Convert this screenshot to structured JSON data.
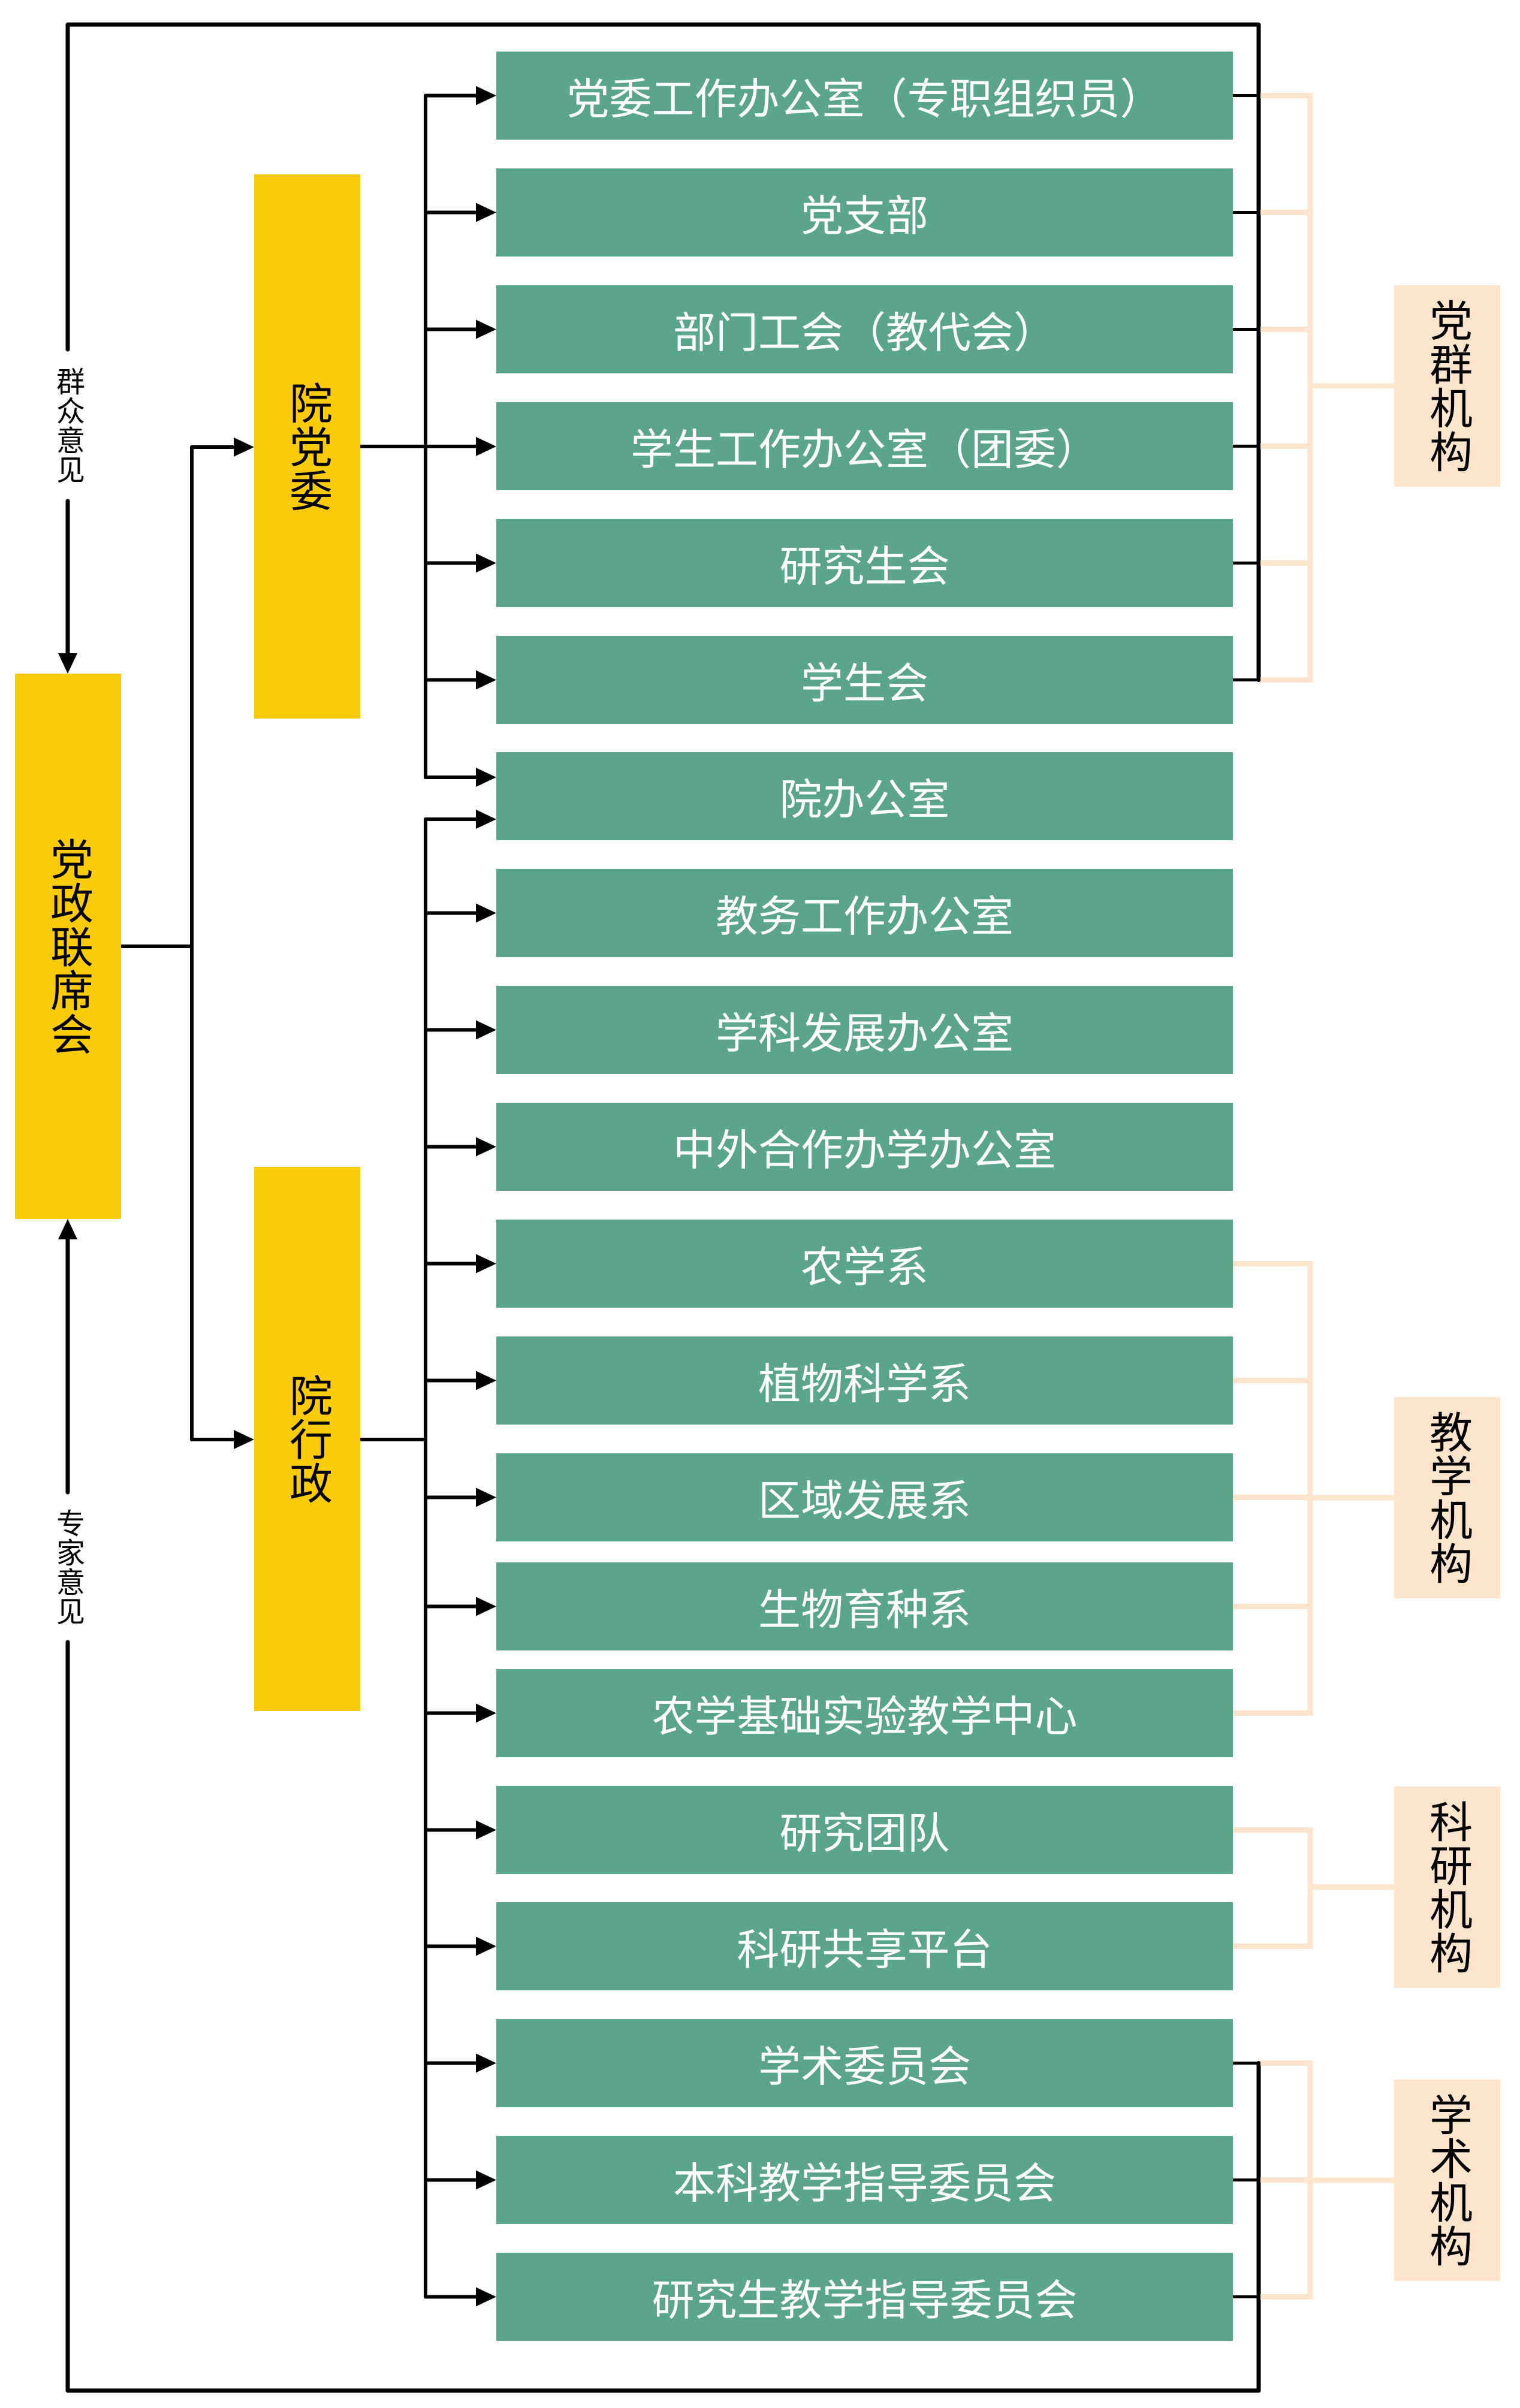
{
  "leadership": {
    "joint_meeting": "党政联席会",
    "party_committee": "院党委",
    "administration": "院行政"
  },
  "feedback_channels": {
    "public_opinion": "群众意见",
    "expert_opinion": "专家意见"
  },
  "units": [
    {
      "label": "党委工作办公室（专职组织员）",
      "reports_to": [
        "院党委"
      ],
      "group": "党群机构"
    },
    {
      "label": "党支部",
      "reports_to": [
        "院党委"
      ],
      "group": "党群机构"
    },
    {
      "label": "部门工会（教代会）",
      "reports_to": [
        "院党委"
      ],
      "group": "党群机构"
    },
    {
      "label": "学生工作办公室（团委）",
      "reports_to": [
        "院党委"
      ],
      "group": "党群机构"
    },
    {
      "label": "研究生会",
      "reports_to": [
        "院党委"
      ],
      "group": "党群机构"
    },
    {
      "label": "学生会",
      "reports_to": [
        "院党委"
      ],
      "group": "党群机构"
    },
    {
      "label": "院办公室",
      "reports_to": [
        "院党委",
        "院行政"
      ],
      "group": null
    },
    {
      "label": "教务工作办公室",
      "reports_to": [
        "院行政"
      ],
      "group": null
    },
    {
      "label": "学科发展办公室",
      "reports_to": [
        "院行政"
      ],
      "group": null
    },
    {
      "label": "中外合作办学办公室",
      "reports_to": [
        "院行政"
      ],
      "group": null
    },
    {
      "label": "农学系",
      "reports_to": [
        "院行政"
      ],
      "group": "教学机构"
    },
    {
      "label": "植物科学系",
      "reports_to": [
        "院行政"
      ],
      "group": "教学机构"
    },
    {
      "label": "区域发展系",
      "reports_to": [
        "院行政"
      ],
      "group": "教学机构"
    },
    {
      "label": "生物育种系",
      "reports_to": [
        "院行政"
      ],
      "group": "教学机构"
    },
    {
      "label": "农学基础实验教学中心",
      "reports_to": [
        "院行政"
      ],
      "group": "教学机构"
    },
    {
      "label": "研究团队",
      "reports_to": [
        "院行政"
      ],
      "group": "科研机构"
    },
    {
      "label": "科研共享平台",
      "reports_to": [
        "院行政"
      ],
      "group": "科研机构"
    },
    {
      "label": "学术委员会",
      "reports_to": [
        "院行政"
      ],
      "group": "学术机构"
    },
    {
      "label": "本科教学指导委员会",
      "reports_to": [
        "院行政"
      ],
      "group": "学术机构"
    },
    {
      "label": "研究生教学指导委员会",
      "reports_to": [
        "院行政"
      ],
      "group": "学术机构"
    }
  ],
  "groups": [
    {
      "label": "党群机构"
    },
    {
      "label": "教学机构"
    },
    {
      "label": "科研机构"
    },
    {
      "label": "学术机构"
    }
  ],
  "colors": {
    "unit_fill": "#5BA68B",
    "unit_text": "#FFFFFF",
    "leader_fill": "#F9CB0B",
    "group_fill": "#FDE4CD",
    "group_bracket": "#FDE4CD",
    "connector": "#000000"
  }
}
